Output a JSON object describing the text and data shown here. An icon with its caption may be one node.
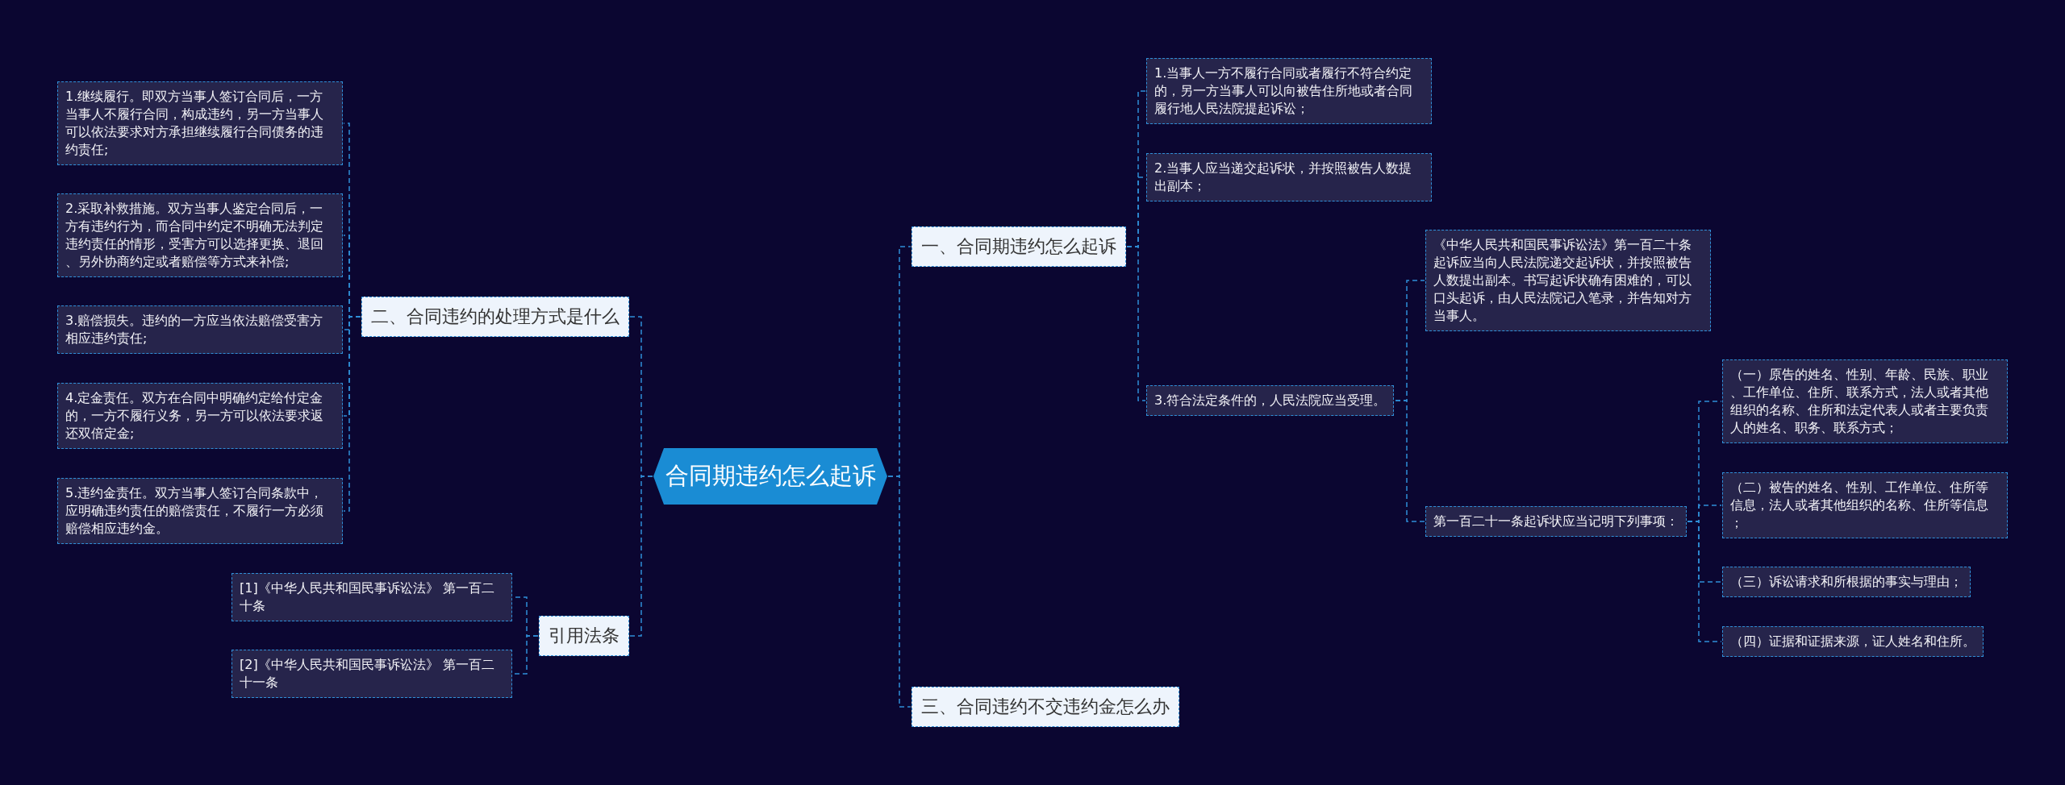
{
  "diagram": {
    "nodes": [
      {
        "text": [
          "合同期违约怎么起诉"
        ]
      },
      {
        "text": [
          "一、合同期违约怎么起诉"
        ]
      },
      {
        "text": [
          "1.当事人一方不履行合同或者履行不符合约定的，另一方当事人可以向被告住所地或者合同履行地人民法院提起诉讼；"
        ]
      },
      {
        "text": [
          "2.当事人应当递交起诉状，并按照被告人数提出副本；"
        ]
      },
      {
        "text": [
          "3.符合法定条件的，人民法院应当受理。"
        ]
      },
      {
        "text": [
          "《中华人民共和国民事诉讼法》第一百二十条起诉应当向人民法院递交起诉状，并按照被告人数提出副本。书写起诉状确有困难的，可以口头起诉，由人民法院记入笔录，并告知对方当事人。"
        ]
      },
      {
        "text": [
          "第一百二十一条起诉状应当记明下列事项："
        ]
      },
      {
        "text": [
          "（一）原告的姓名、性别、年龄、民族、职业、工作单位、住所、联系方式，法人或者其他组织的名称、住所和法定代表人或者主要负责人的姓名、职务、联系方式；"
        ]
      },
      {
        "text": [
          "（二）被告的姓名、性别、工作单位、住所等信息，法人或者其他组织的名称、住所等信息；"
        ]
      },
      {
        "text": [
          "（三）诉讼请求和所根据的事实与理由；"
        ]
      },
      {
        "text": [
          "（四）证据和证据来源，证人姓名和住所。"
        ]
      },
      {
        "text": [
          "二、合同违约的处理方式是什么"
        ]
      },
      {
        "text": [
          "1.继续履行。即双方当事人签订合同后，一方当事人不履行合同，构成违约，另一方当事人可以依法要求对方承担继续履行合同债务的违约责任;"
        ]
      },
      {
        "text": [
          "2.采取补救措施。双方当事人鉴定合同后，一方有违约行为，而合同中约定不明确无法判定违约责任的情形，受害方可以选择更换、退回、另外协商约定或者赔偿等方式来补偿;"
        ]
      },
      {
        "text": [
          "3.赔偿损失。违约的一方应当依法赔偿受害方相应违约责任;"
        ]
      },
      {
        "text": [
          "4.定金责任。双方在合同中明确约定给付定金的，一方不履行义务，另一方可以依法要求返还双倍定金;"
        ]
      },
      {
        "text": [
          "5.违约金责任。双方当事人签订合同条款中，应明确违约责任的赔偿责任，不履行一方必须赔偿相应违约金。"
        ]
      },
      {
        "text": [
          "引用法条"
        ]
      },
      {
        "text": [
          "[1]《中华人民共和国民事诉讼法》 第一百二十条"
        ]
      },
      {
        "text": [
          "[2]《中华人民共和国民事诉讼法》 第一百二十一条"
        ]
      },
      {
        "text": [
          "三、合同违约不交违约金怎么办"
        ]
      }
    ],
    "edges": [
      {
        "from": 0,
        "to": 1,
        "arrow": "none",
        "style": "dashed"
      },
      {
        "from": 1,
        "to": 2,
        "arrow": "none",
        "style": "dashed"
      },
      {
        "from": 1,
        "to": 3,
        "arrow": "none",
        "style": "dashed"
      },
      {
        "from": 1,
        "to": 4,
        "arrow": "none",
        "style": "dashed"
      },
      {
        "from": 4,
        "to": 5,
        "arrow": "none",
        "style": "dashed"
      },
      {
        "from": 4,
        "to": 6,
        "arrow": "none",
        "style": "dashed"
      },
      {
        "from": 6,
        "to": 7,
        "arrow": "none",
        "style": "dashed"
      },
      {
        "from": 6,
        "to": 8,
        "arrow": "none",
        "style": "dashed"
      },
      {
        "from": 6,
        "to": 9,
        "arrow": "none",
        "style": "dashed"
      },
      {
        "from": 6,
        "to": 10,
        "arrow": "none",
        "style": "dashed"
      },
      {
        "from": 0,
        "to": 11,
        "arrow": "none",
        "style": "dashed"
      },
      {
        "from": 11,
        "to": 12,
        "arrow": "none",
        "style": "dashed"
      },
      {
        "from": 11,
        "to": 13,
        "arrow": "none",
        "style": "dashed"
      },
      {
        "from": 11,
        "to": 14,
        "arrow": "none",
        "style": "dashed"
      },
      {
        "from": 11,
        "to": 15,
        "arrow": "none",
        "style": "dashed"
      },
      {
        "from": 11,
        "to": 16,
        "arrow": "none",
        "style": "dashed"
      },
      {
        "from": 0,
        "to": 17,
        "arrow": "none",
        "style": "dashed"
      },
      {
        "from": 17,
        "to": 18,
        "arrow": "none",
        "style": "dashed"
      },
      {
        "from": 17,
        "to": 19,
        "arrow": "none",
        "style": "dashed"
      },
      {
        "from": 0,
        "to": 20,
        "arrow": "none",
        "style": "dashed"
      }
    ]
  }
}
